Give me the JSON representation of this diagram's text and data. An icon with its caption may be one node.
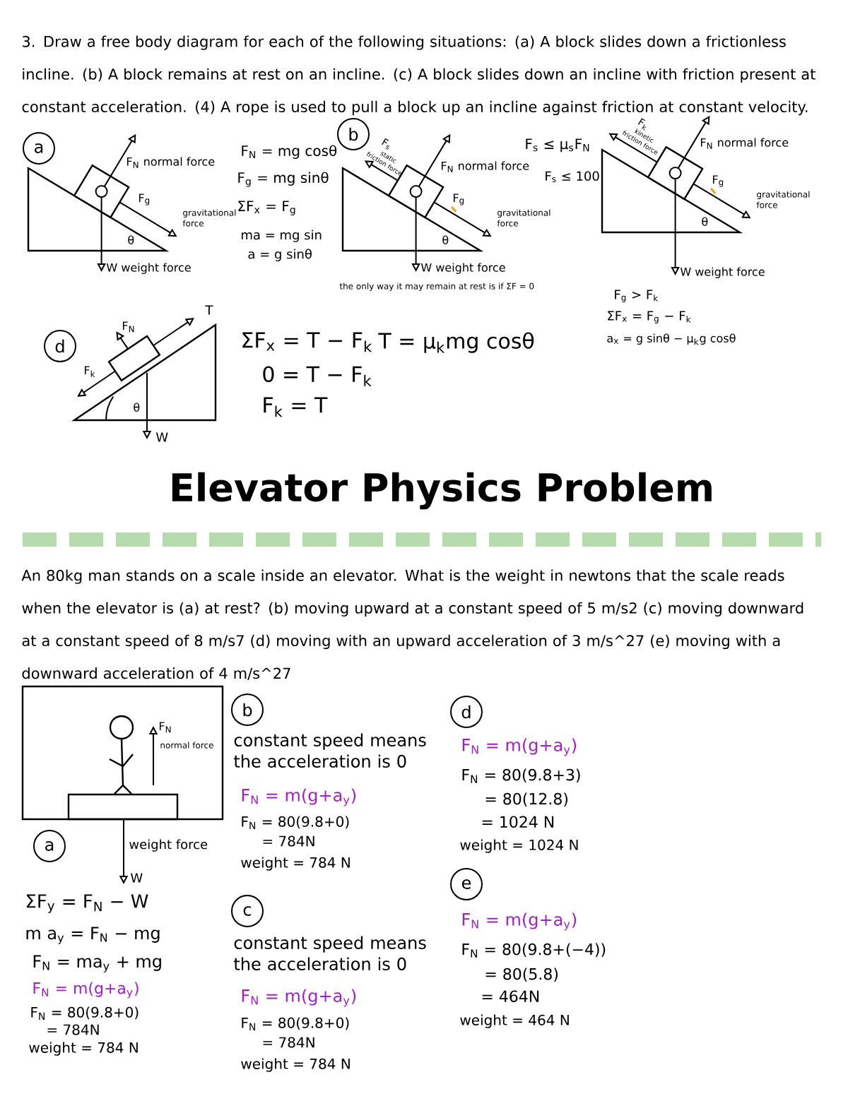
{
  "diagram": {
    "title": "Elevator Physics Problem",
    "nodes": [
      {
        "text": [
          "a"
        ]
      },
      {
        "text": [
          "b"
        ]
      },
      {
        "text": [
          "d"
        ]
      },
      {
        "text": [
          "a"
        ]
      },
      {
        "text": [
          "b"
        ]
      },
      {
        "text": [
          "c"
        ]
      },
      {
        "text": [
          "d"
        ]
      },
      {
        "text": [
          "e"
        ]
      }
    ],
    "labels": [
      "3. Draw a free body diagram for each of the following situations: (a) A block slides down a frictionless incline. (b) A block remains at rest on an incline. (c) A block slides down an incline with friction present at constant acceleration. (4) A rope is used to pull a block up an incline against friction at constant velocity.",
      "F$_{N}$ normal force",
      "F$_{g}$",
      "gravitational force",
      "θ",
      "W weight force",
      "F$_{N}$ = mg cosθ",
      "F$_{g}$ = mg sinθ",
      "ΣF$_{x}$ = F$_{g}$",
      "ma = mg sin",
      "a = g sinθ",
      "F$_{s}$",
      "static friction force",
      "F$_{N}$ normal force",
      "F$_{g}$",
      "gravitational force",
      "θ",
      "W weight force",
      "the only way it may remain at rest is if ΣF = 0",
      "F$_{s}$ ≤ μ$_{s}$F$_{N}$",
      "F$_{s}$ ≤ 100",
      "F$_{k}$",
      "kinetic friction force",
      "F$_{N}$ normal force",
      "F$_{g}$",
      "gravitational force",
      "θ",
      "W weight force",
      "F$_{g}$ > F$_{k}$",
      "ΣF$_{x}$ = F$_{g}$ − F$_{k}$",
      "a$_{x}$ = g sinθ − μ$_{k}$g cosθ",
      "F$_{N}$",
      "T",
      "F$_{k}$",
      "θ",
      "W",
      "ΣF$_{x}$ = T − F$_{k}$",
      "T = μ$_{k}$mg cosθ",
      "0 = T − F$_{k}$",
      "F$_{k}$ = T",
      "An 80kg man stands on a scale inside an elevator. What is the weight in newtons that the scale reads when the elevator is (a) at rest? (b) moving upward at a constant speed of 5 m/s2 (c) moving downward at a constant speed of 8 m/s7 (d) moving with an upward acceleration of 3 m/s^27 (e) moving with a downward acceleration of 4 m/s^27",
      "F$_{N}$",
      "normal force",
      "weight force",
      "W",
      "ΣF$_{y}$ = F$_{N}$ − W",
      "m a$_{y}$ = F$_{N}$ − mg",
      "F$_{N}$ = ma$_{y}$ + mg",
      "F$_{N}$ = m(g+a$_{y}$)",
      "F$_{N}$ = 80(9.8+0)",
      "= 784N",
      "weight = 784 N",
      "constant speed means the acceleration is 0",
      "F$_{N}$ = m(g+a$_{y}$)",
      "F$_{N}$ = 80(9.8+0)",
      "= 784N",
      "weight = 784 N",
      "constant speed means the acceleration is 0",
      "F$_{N}$ = m(g+a$_{y}$)",
      "F$_{N}$ = 80(9.8+0)",
      "= 784N",
      "weight = 784 N",
      "F$_{N}$ = m(g+a$_{y}$)",
      "F$_{N}$ = 80(9.8+3)",
      "= 80(12.8)",
      "= 1024 N",
      "weight = 1024 N",
      "F$_{N}$ = m(g+a$_{y}$)",
      "F$_{N}$ = 80(9.8+(−4))",
      "= 80(5.8)",
      "= 464N",
      "weight = 464 N"
    ]
  }
}
